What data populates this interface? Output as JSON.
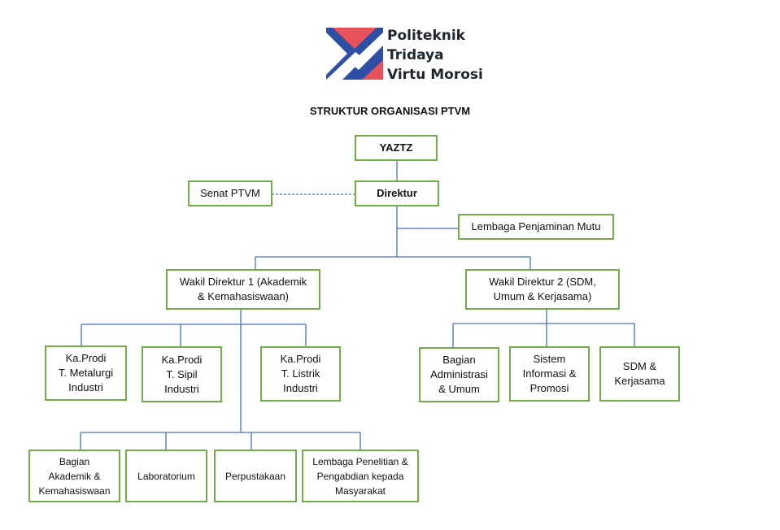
{
  "logo": {
    "name_lines": [
      "Politeknik",
      "Tridaya",
      "Virtu Morosi"
    ],
    "colors": {
      "blue": "#2f4fa6",
      "red": "#e8525a"
    }
  },
  "title": "STRUKTUR ORGANISASI PTVM",
  "nodes": {
    "yaztz": [
      "YAZTZ"
    ],
    "direktur": [
      "Direktur"
    ],
    "senat": [
      "Senat PTVM"
    ],
    "lpm": [
      "Lembaga Penjaminan Mutu"
    ],
    "wadir1": [
      "Wakil Direktur 1 (Akademik",
      "& Kemahasiswaan)"
    ],
    "wadir2": [
      "Wakil Direktur 2 (SDM,",
      "Umum & Kerjasama)"
    ],
    "prodi_metalurgi": [
      "Ka.Prodi",
      "T. Metalurgi",
      "Industri"
    ],
    "prodi_sipil": [
      "Ka.Prodi",
      "T. Sipil",
      "Industri"
    ],
    "prodi_listrik": [
      "Ka.Prodi",
      "T. Listrik",
      "Industri"
    ],
    "bagian_admin": [
      "Bagian",
      "Administrasi",
      "& Umum"
    ],
    "sistem_info": [
      "Sistem",
      "Informasi &",
      "Promosi"
    ],
    "sdm_kerjasama": [
      "SDM &",
      "Kerjasama"
    ],
    "bagian_akademik": [
      "Bagian",
      "Akademik &",
      "Kemahasiswaan"
    ],
    "laboratorium": [
      "Laboratorium"
    ],
    "perpustakaan": [
      "Perpustakaan"
    ],
    "lppm": [
      "Lembaga Penelitian &",
      "Pengabdian kepada",
      "Masyarakat"
    ]
  },
  "colors": {
    "box_border": "#70ad47",
    "connector": "#4472c4"
  }
}
